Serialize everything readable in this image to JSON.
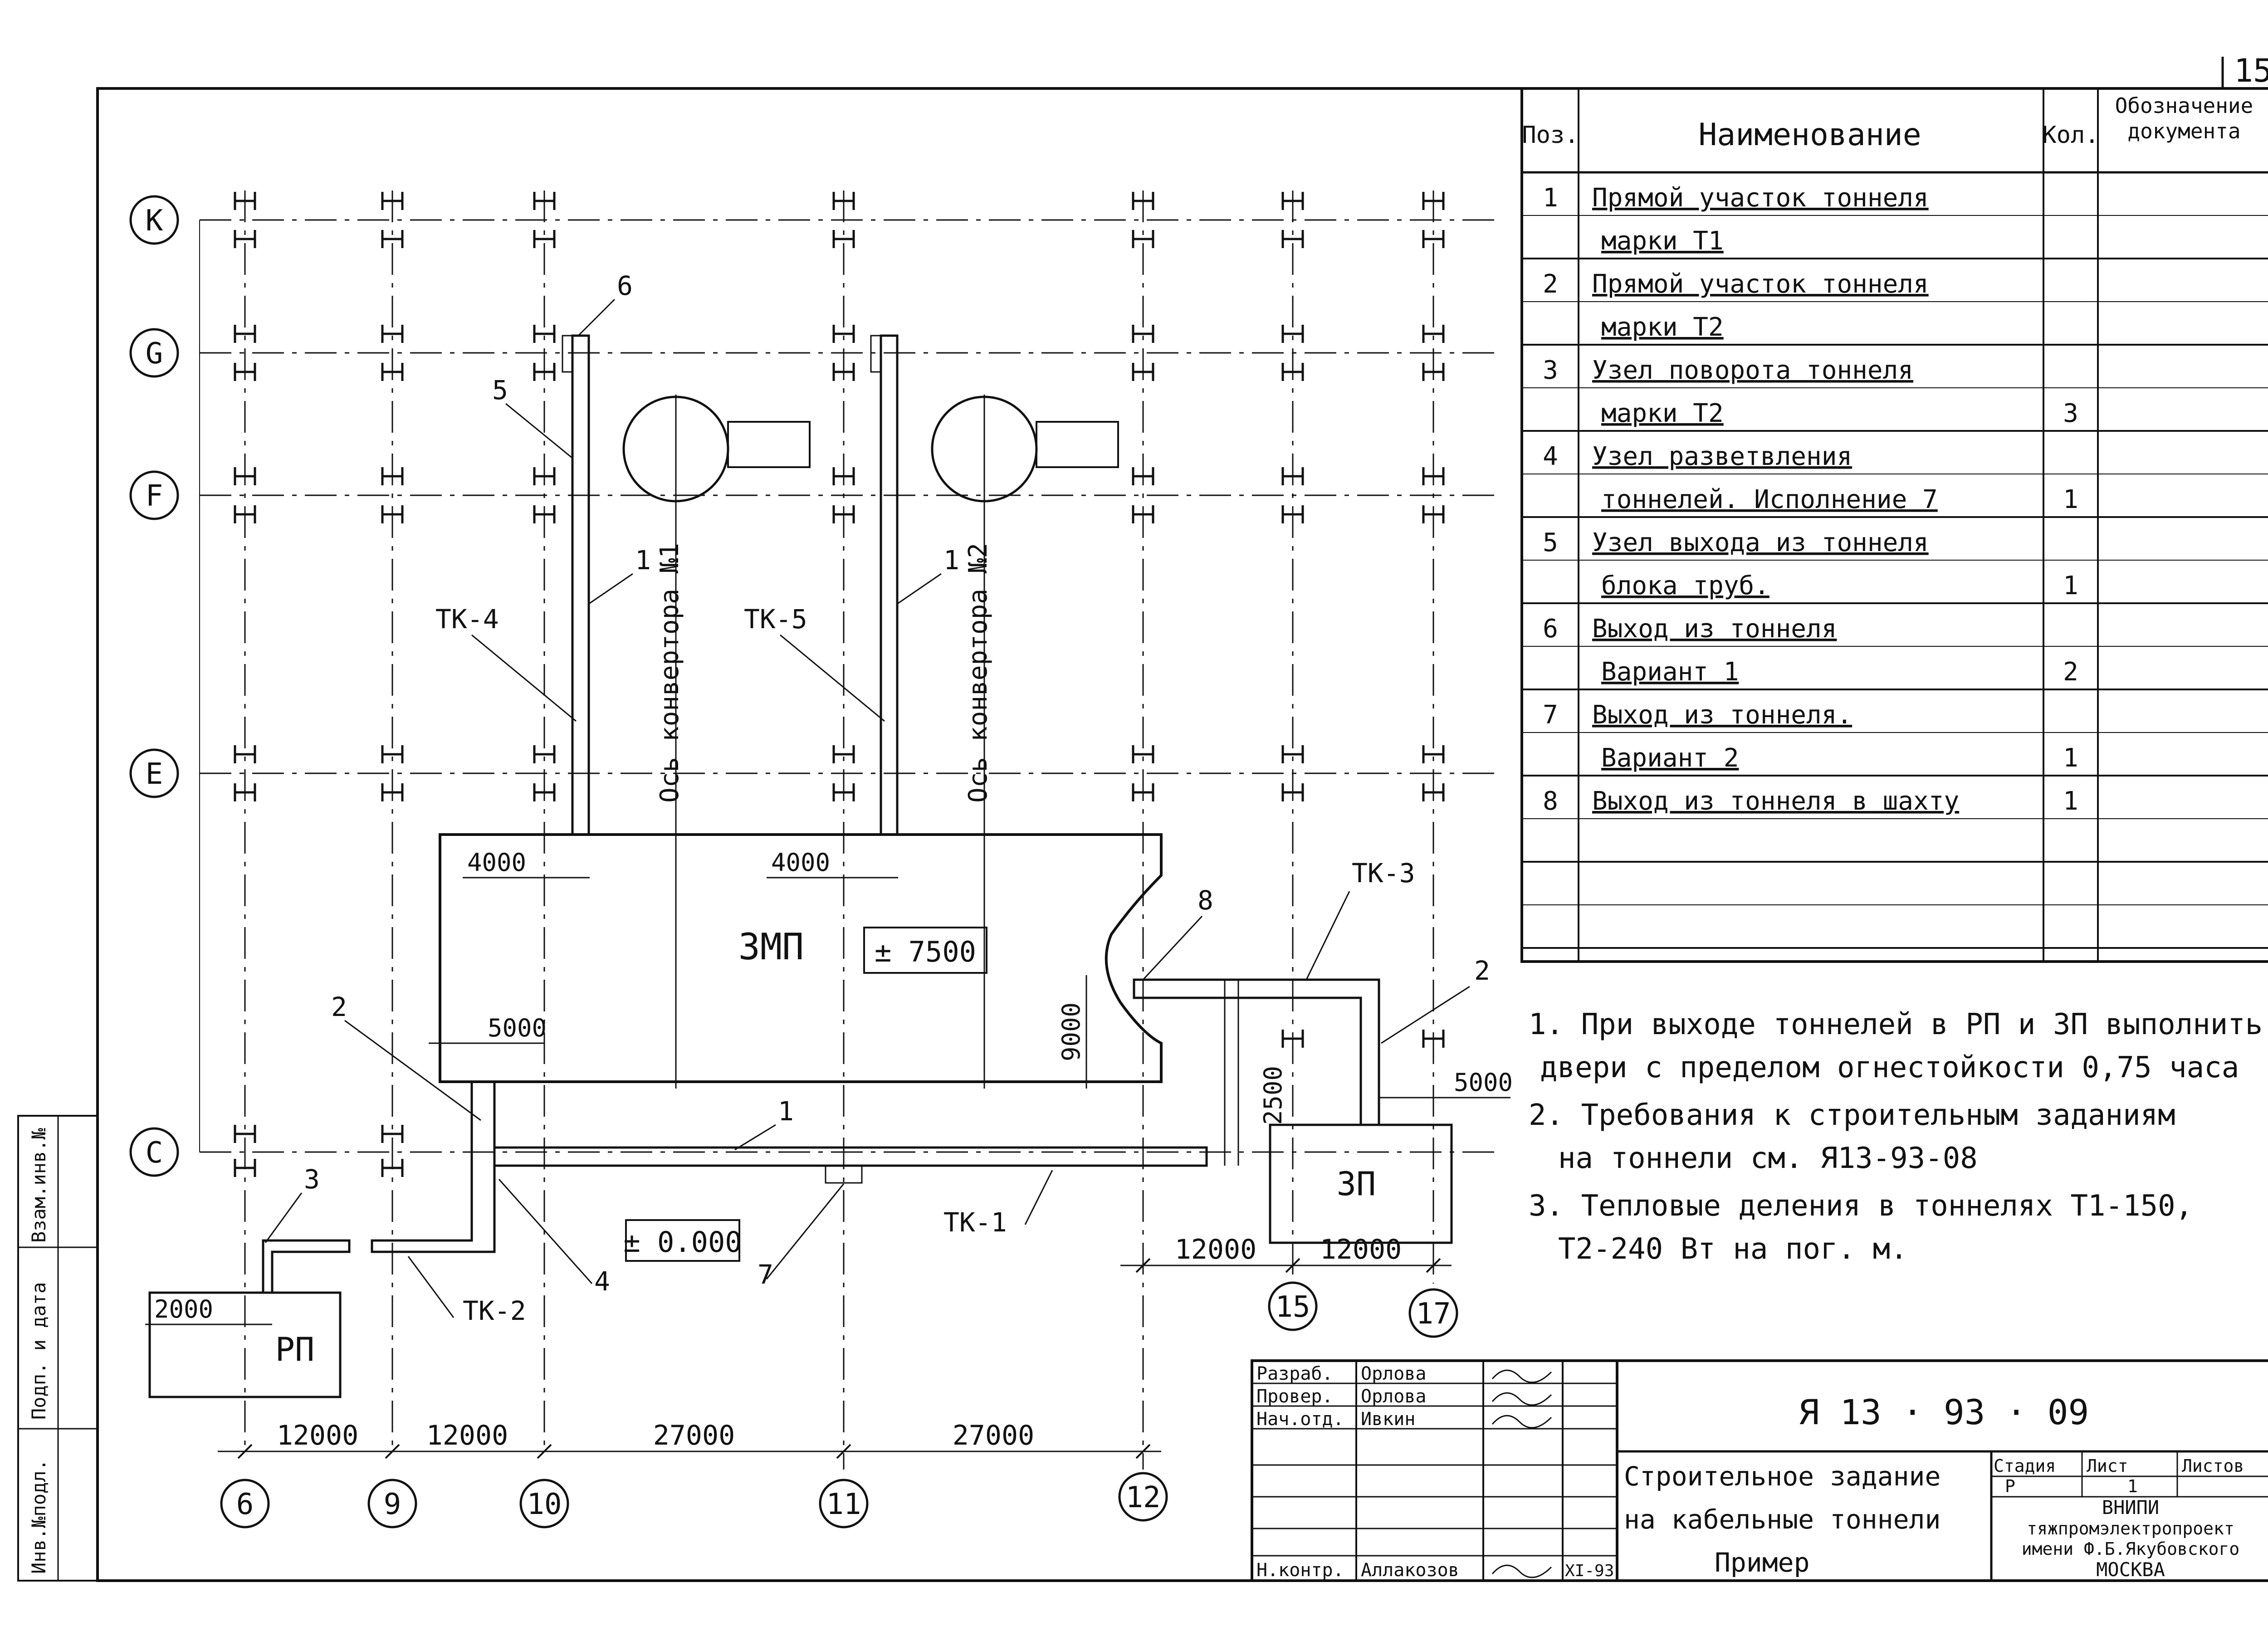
{
  "sheet_number": "15",
  "side_stamp": [
    "Инв.№подл.",
    "Подп. и дата",
    "Взам.инв.№"
  ],
  "grid": {
    "vertical": [
      "6",
      "9",
      "10",
      "11",
      "12",
      "15",
      "17"
    ],
    "horizontal": [
      "K",
      "G",
      "F",
      "E",
      "C"
    ],
    "bottom_dims": [
      "12000",
      "12000",
      "27000",
      "27000"
    ],
    "right_dims": [
      "12000",
      "12000"
    ]
  },
  "rooms": {
    "zmp": "ЗМП",
    "zmp_level": "± 7500",
    "zp": "ЗП",
    "rp": "РП",
    "ground_level": "± 0.000"
  },
  "tunnels": [
    "ТК-1",
    "ТК-2",
    "ТК-3",
    "ТК-4",
    "ТК-5"
  ],
  "converters": [
    "Ось конвертора №1",
    "Ось конвертора №2"
  ],
  "positions": [
    "1",
    "1",
    "1",
    "2",
    "2",
    "3",
    "4",
    "5",
    "6",
    "7",
    "8"
  ],
  "local_dims": [
    "4000",
    "4000",
    "5000",
    "9000",
    "2500",
    "5000",
    "2000"
  ],
  "spec_table": {
    "headers": [
      "Поз.",
      "Наименование",
      "Кол.",
      "Обозначение документа"
    ],
    "rows": [
      {
        "pos": "1",
        "name": [
          "Прямой участок тоннеля",
          "марки Т1"
        ],
        "qty": ""
      },
      {
        "pos": "2",
        "name": [
          "Прямой участок тоннеля",
          "марки Т2"
        ],
        "qty": ""
      },
      {
        "pos": "3",
        "name": [
          "Узел поворота тоннеля",
          "марки Т2"
        ],
        "qty": "3"
      },
      {
        "pos": "4",
        "name": [
          "Узел разветвления",
          "тоннелей. Исполнение 7"
        ],
        "qty": "1"
      },
      {
        "pos": "5",
        "name": [
          "Узел выхода из тоннеля",
          "блока труб."
        ],
        "qty": "1"
      },
      {
        "pos": "6",
        "name": [
          "Выход из тоннеля",
          "Вариант 1"
        ],
        "qty": "2"
      },
      {
        "pos": "7",
        "name": [
          "Выход из тоннеля.",
          "Вариант 2"
        ],
        "qty": "1"
      },
      {
        "pos": "8",
        "name": [
          "Выход из тоннеля в шахту"
        ],
        "qty": "1"
      }
    ]
  },
  "notes": [
    "1. При выходе тоннелей в РП и ЗП выполнить",
    "двери с пределом огнестойкости 0,75 часа",
    "2. Требования к строительным заданиям",
    "на тоннели см. Я13-93-08",
    "3. Тепловые деления в тоннелях Т1-150,",
    "Т2-240 Вт на пог. м."
  ],
  "title_block": {
    "doc_code": "Я 13 · 93 · 09",
    "people": [
      {
        "role": "Разраб.",
        "name": "Орлова"
      },
      {
        "role": "Провер.",
        "name": "Орлова"
      },
      {
        "role": "Нач.отд.",
        "name": "Ивкин"
      }
    ],
    "norm_control": {
      "role": "Н.контр.",
      "name": "Аллакозов"
    },
    "date": "XI-93",
    "title": [
      "Строительное задание",
      "на кабельные тоннели",
      "Пример"
    ],
    "stage_header": "Стадия",
    "sheet_header": "Лист",
    "sheets_header": "Листов",
    "stage": "Р",
    "sheet": "1",
    "org": [
      "ВНИПИ",
      "тяжпромэлектропроект",
      "имени Ф.Б.Якубовского",
      "МОСКВА"
    ]
  }
}
